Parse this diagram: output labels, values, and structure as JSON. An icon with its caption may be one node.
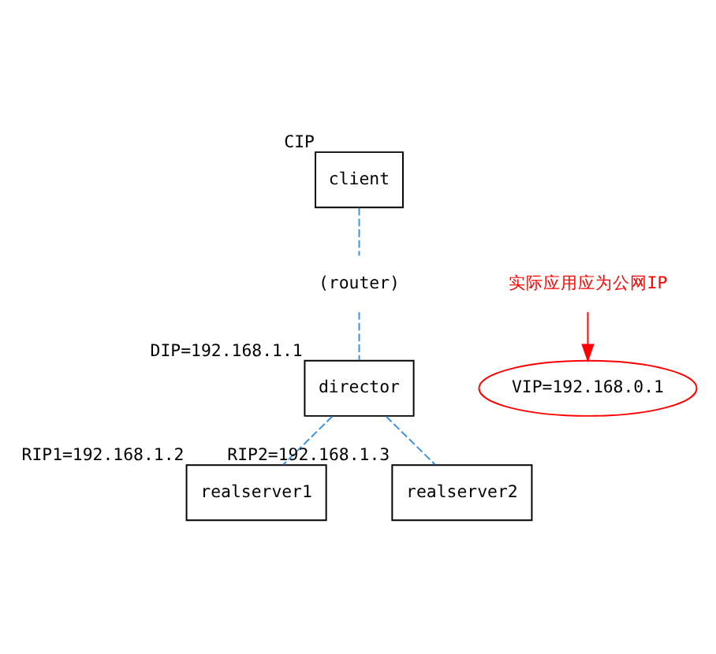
{
  "diagram": {
    "nodes": [
      {
        "text": [
          "client"
        ],
        "beside": [
          "CIP"
        ]
      },
      {
        "text": [
          "(router)"
        ]
      },
      {
        "text": [
          "director"
        ],
        "beside": [
          "DIP=192.168.1.1"
        ]
      },
      {
        "text": [
          "实际应用应为公网IP"
        ]
      },
      {
        "text": [
          "VIP=192.168.0.1"
        ]
      },
      {
        "text": [
          "realserver1"
        ],
        "beside": [
          "RIP1=192.168.1.2"
        ]
      },
      {
        "text": [
          "realserver2"
        ],
        "beside": [
          "RIP2=192.168.1.3"
        ]
      }
    ],
    "edges": [
      {
        "from": 0,
        "to": 1,
        "arrow": "none",
        "style": "dashed"
      },
      {
        "from": 1,
        "to": 2,
        "arrow": "none",
        "style": "dashed"
      },
      {
        "from": 3,
        "to": 4,
        "arrow": "to",
        "color": "#ff0000"
      },
      {
        "from": 2,
        "to": 5,
        "arrow": "none",
        "style": "dashed"
      },
      {
        "from": 2,
        "to": 6,
        "arrow": "none",
        "style": "dashed"
      }
    ]
  }
}
